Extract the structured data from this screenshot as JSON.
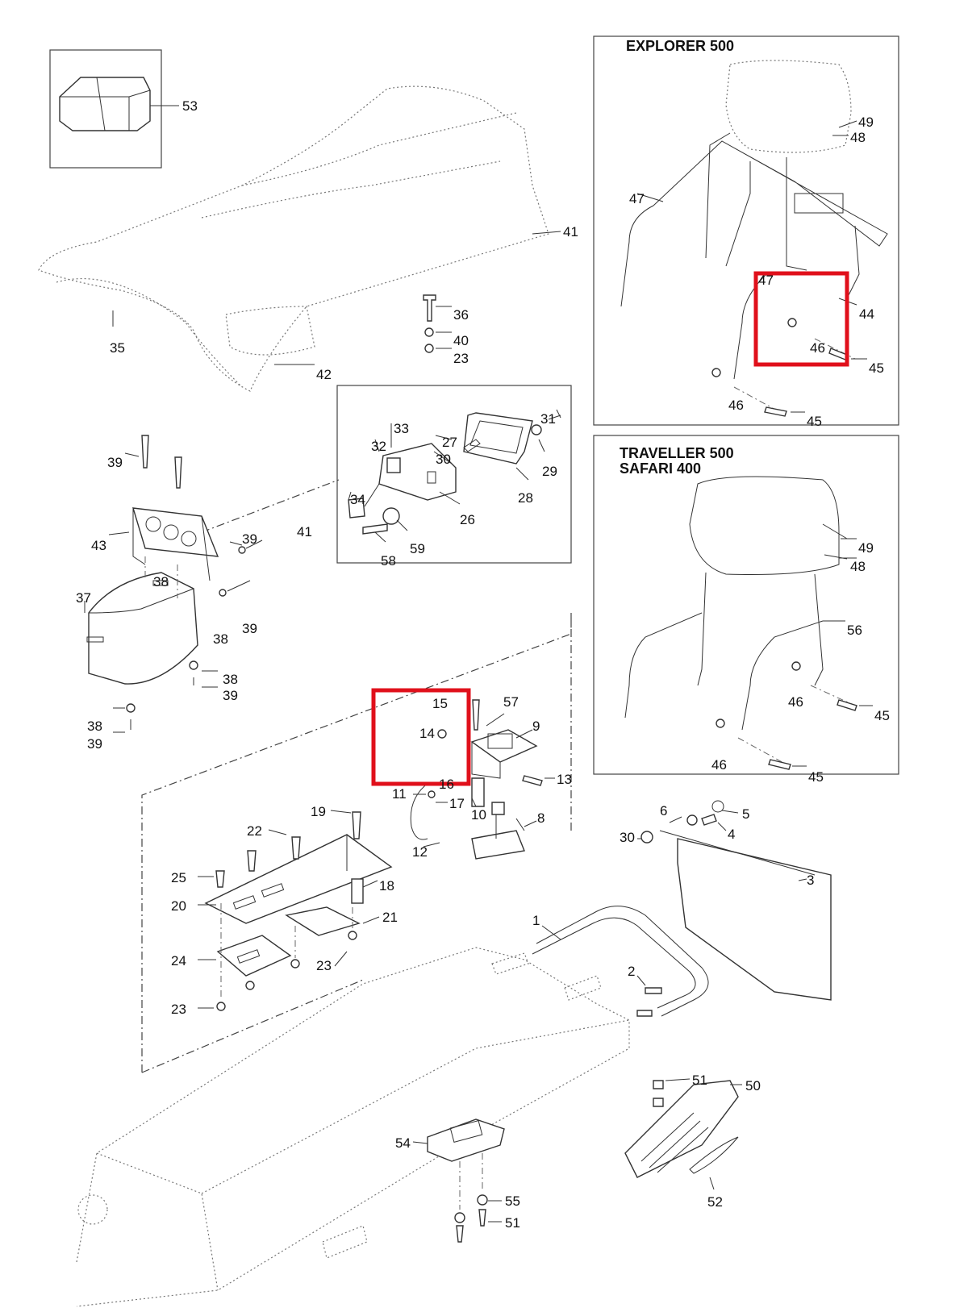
{
  "panels": {
    "explorer_title": "EXPLORER 500",
    "traveller_title": "TRAVELLER 500",
    "safari_title": "SAFARI 400"
  },
  "labels": {
    "p53": "53",
    "p41a": "41",
    "p35": "35",
    "p42": "42",
    "p36": "36",
    "p40": "40",
    "p23a": "23",
    "p49a": "49",
    "p48a": "48",
    "p47a": "47",
    "p47b": "47",
    "p44": "44",
    "p46a": "46",
    "p45a": "45",
    "p46b": "46",
    "p45b": "45",
    "p33": "33",
    "p31": "31",
    "p32": "32",
    "p27": "27",
    "p30a": "30",
    "p29": "29",
    "p34": "34",
    "p28": "28",
    "p26": "26",
    "p59": "59",
    "p58": "58",
    "p39a": "39",
    "p41b": "41",
    "p43": "43",
    "p39b": "39",
    "p38a": "38",
    "p37": "37",
    "p38b": "38",
    "p39c": "39",
    "p38c": "38",
    "p39d": "39",
    "p38d": "38",
    "p39e": "39",
    "p49b": "49",
    "p48b": "48",
    "p56": "56",
    "p46c": "46",
    "p45c": "45",
    "p46d": "46",
    "p45d": "45",
    "p15": "15",
    "p57": "57",
    "p9": "9",
    "p14": "14",
    "p16": "16",
    "p13": "13",
    "p11": "11",
    "p17": "17",
    "p10": "10",
    "p8": "8",
    "p12": "12",
    "p19": "19",
    "p22": "22",
    "p25": "25",
    "p18": "18",
    "p20": "20",
    "p21": "21",
    "p24": "24",
    "p23b": "23",
    "p23c": "23",
    "p6": "6",
    "p5": "5",
    "p4": "4",
    "p30b": "30",
    "p3": "3",
    "p1": "1",
    "p2": "2",
    "p51a": "51",
    "p50": "50",
    "p54": "54",
    "p55": "55",
    "p51b": "51",
    "p52": "52"
  },
  "highlight_color": "#e0101b"
}
